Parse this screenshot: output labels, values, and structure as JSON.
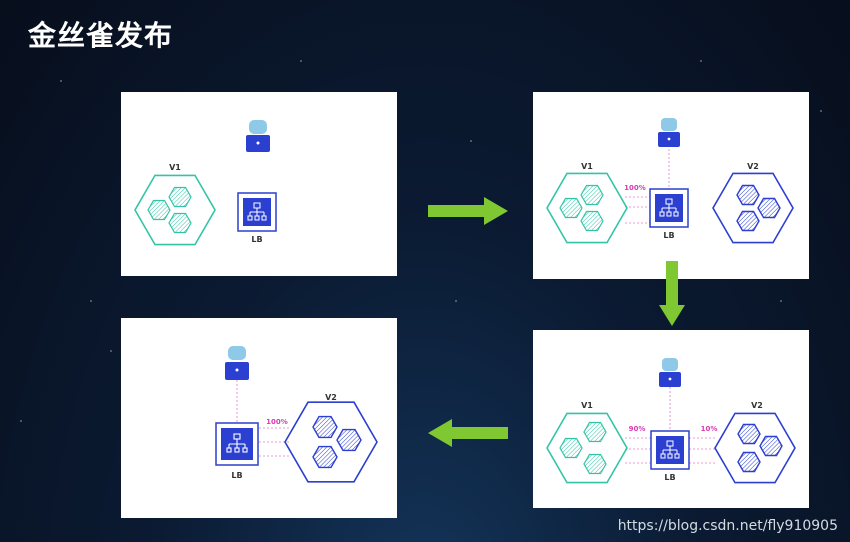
{
  "title": "金丝雀发布",
  "watermark": "https://blog.csdn.net/fly910905",
  "colors": {
    "v1": "#33c4a8",
    "v2": "#2b3fd0",
    "lb": "#2b3fd0",
    "user_head": "#8fc9e8",
    "arrow": "#7fc832",
    "traffic_label": "#d93bb0",
    "traffic_line": "#e678c8"
  },
  "panels": {
    "p1": {
      "v1_label": "V1",
      "lb_label": "LB"
    },
    "p2": {
      "v1_label": "V1",
      "v2_label": "V2",
      "lb_label": "LB",
      "v1_traffic": "100%"
    },
    "p3": {
      "v1_label": "V1",
      "v2_label": "V2",
      "lb_label": "LB",
      "v1_traffic": "90%",
      "v2_traffic": "10%"
    },
    "p4": {
      "v2_label": "V2",
      "lb_label": "LB",
      "v2_traffic": "100%"
    }
  }
}
